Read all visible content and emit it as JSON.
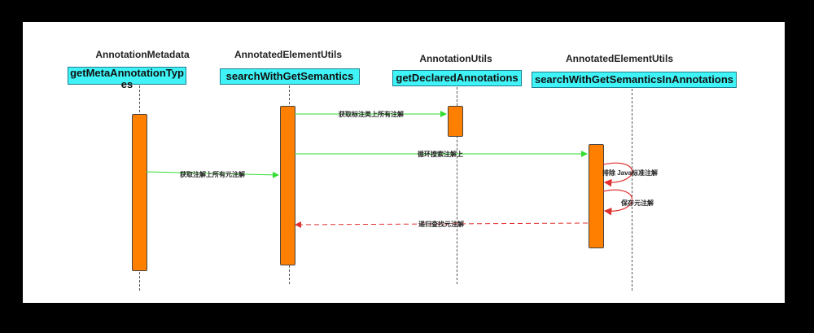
{
  "participants": [
    {
      "title": "AnnotationMetadata",
      "method": "getMetaAnnotationTypes"
    },
    {
      "title": "AnnotatedElementUtils",
      "method": "searchWithGetSemantics"
    },
    {
      "title": "AnnotationUtils",
      "method": "getDeclaredAnnotations"
    },
    {
      "title": "AnnotatedElementUtils",
      "method": "searchWithGetSemanticsInAnnotations"
    }
  ],
  "messages": [
    {
      "label": "获取标注类上所有注解",
      "style": "solid",
      "color": "#33dd33"
    },
    {
      "label": "循环搜索注解上",
      "style": "solid",
      "color": "#33dd33"
    },
    {
      "label": "获取注解上所有元注解",
      "style": "solid",
      "color": "#33dd33"
    },
    {
      "label": "排除 Java标准注解",
      "style": "self",
      "color": "#e03030"
    },
    {
      "label": "保存元注解",
      "style": "self",
      "color": "#e03030"
    },
    {
      "label": "递归查找元注解",
      "style": "dashed",
      "color": "#e03030"
    }
  ]
}
